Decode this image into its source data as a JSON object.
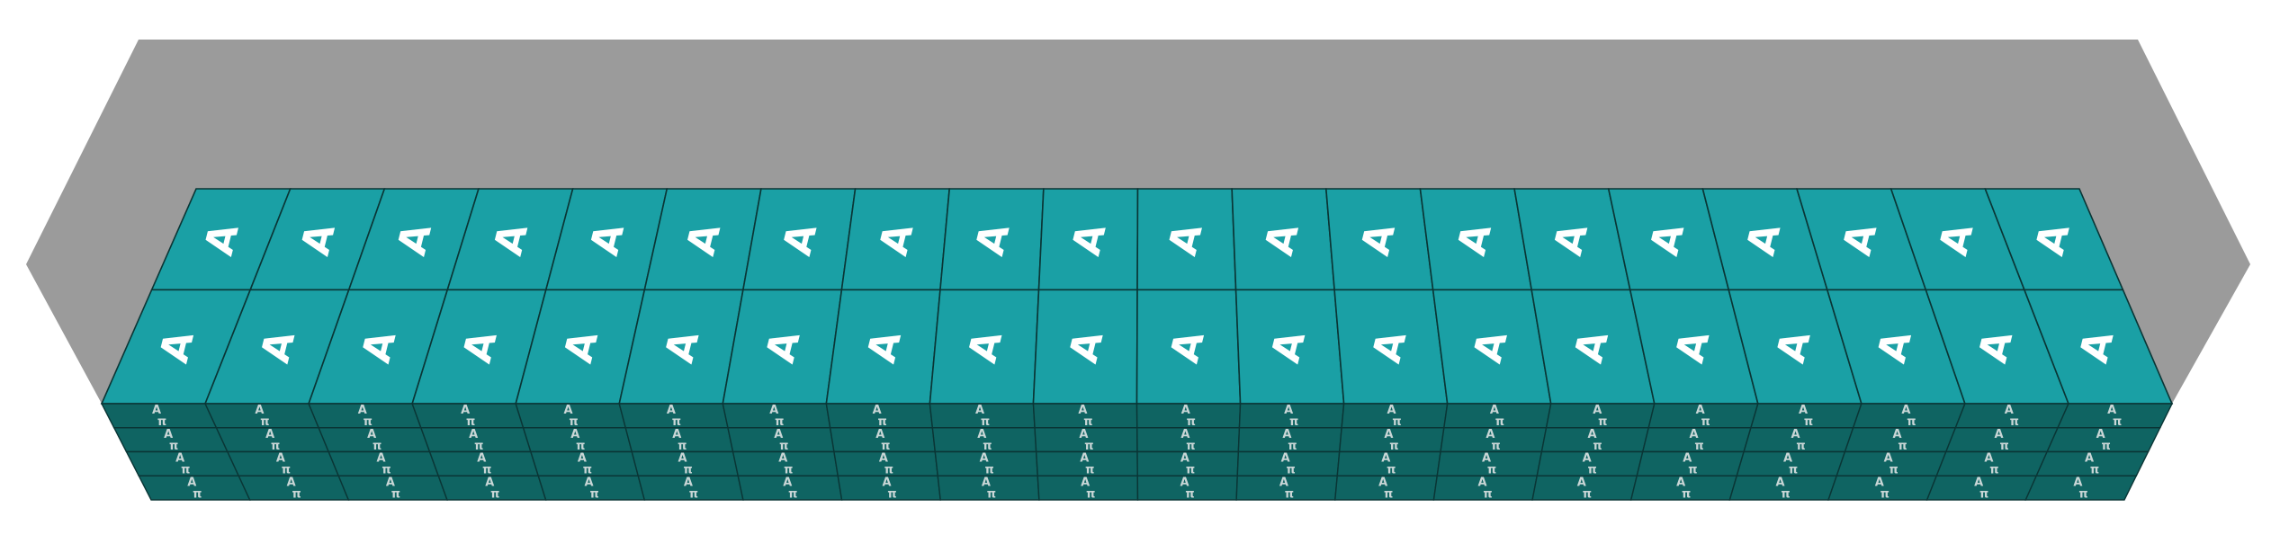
{
  "scene": {
    "box_top_label": "A",
    "box_front_label_primary": "A",
    "box_front_label_secondary": "π",
    "columns": 20,
    "top_rows": 2,
    "front_layers": 4
  },
  "colors": {
    "container": "#9b9b9b",
    "box_top": "#1aa0a5",
    "box_front": "#0f6462",
    "edge": "#0a3535",
    "top_label": "#ffffff",
    "front_label": "#c9d6d6"
  }
}
